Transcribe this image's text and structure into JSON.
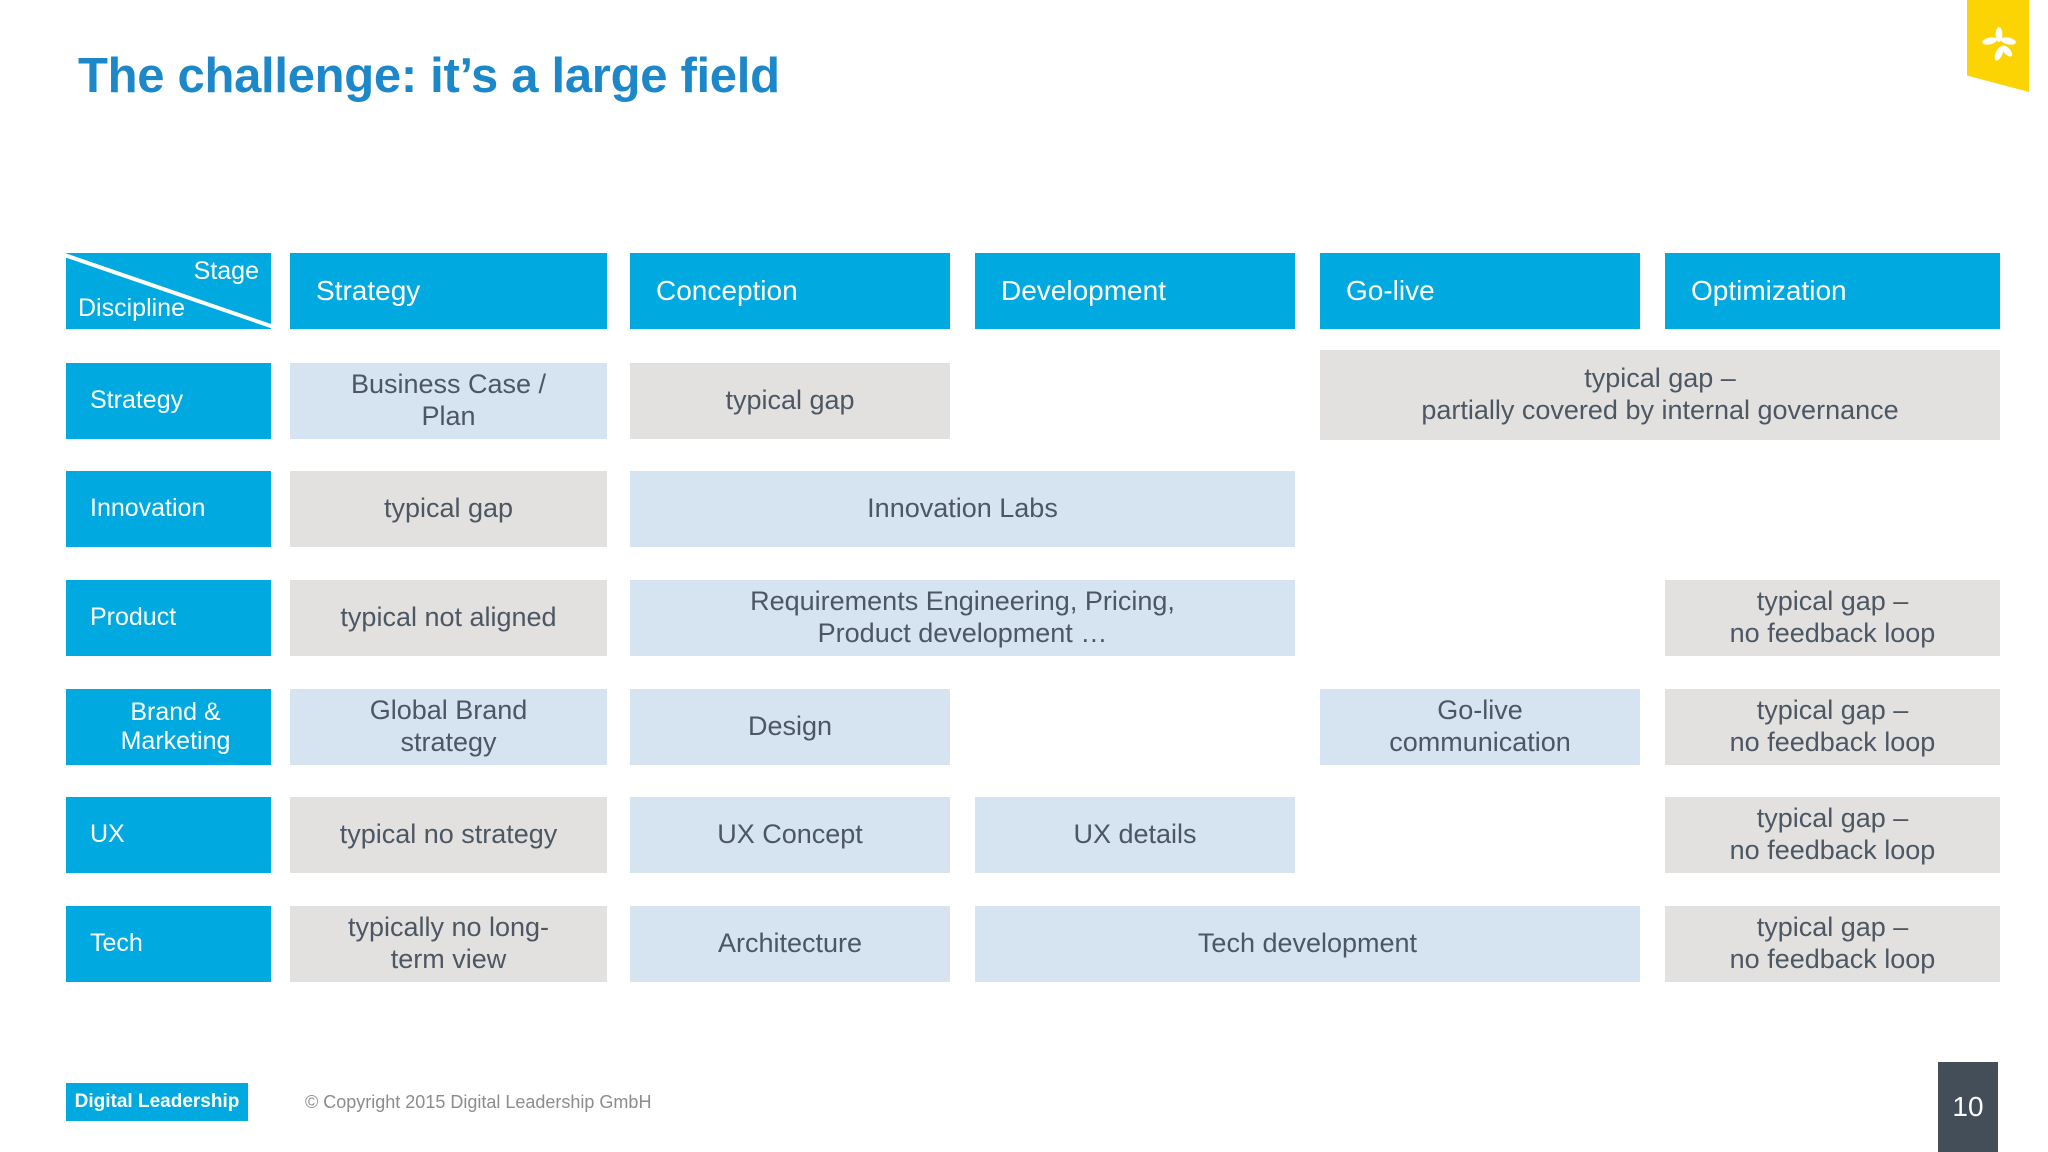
{
  "slide": {
    "title": "The challenge: it’s a large field",
    "page_number": "10"
  },
  "logo": {
    "icon": "asterisk-flower-icon",
    "accent_color": "#FCD303"
  },
  "colors": {
    "header_blue": "#00A9E0",
    "title_blue": "#1C87C9",
    "cell_blue": "#D6E3F0",
    "cell_gray": "#E2E1E0",
    "cell_text": "#4D5763",
    "page_block": "#434E58"
  },
  "matrix": {
    "corner": {
      "stage_label": "Stage",
      "discipline_label": "Discipline"
    },
    "stages": [
      "Strategy",
      "Conception",
      "Development",
      "Go-live",
      "Optimization"
    ],
    "disciplines": [
      "Strategy",
      "Innovation",
      "Product",
      "Brand & Marketing",
      "UX",
      "Tech"
    ],
    "cells": [
      {
        "row": "Strategy",
        "text": "Business Case /\nPlan",
        "tone": "blue"
      },
      {
        "row": "Strategy",
        "text": "typical gap",
        "tone": "gray"
      },
      {
        "row": "Strategy",
        "text": "typical gap –\npartially covered by internal governance",
        "tone": "gray"
      },
      {
        "row": "Innovation",
        "text": "typical gap",
        "tone": "gray"
      },
      {
        "row": "Innovation",
        "text": "Innovation Labs",
        "tone": "blue"
      },
      {
        "row": "Product",
        "text": "typical not aligned",
        "tone": "gray"
      },
      {
        "row": "Product",
        "text": "Requirements Engineering, Pricing,\nProduct development …",
        "tone": "blue"
      },
      {
        "row": "Product",
        "text": "typical gap –\nno feedback loop",
        "tone": "gray"
      },
      {
        "row": "Brand & Marketing",
        "text": "Global Brand\nstrategy",
        "tone": "blue"
      },
      {
        "row": "Brand & Marketing",
        "text": "Design",
        "tone": "blue"
      },
      {
        "row": "Brand & Marketing",
        "text": "Go-live\ncommunication",
        "tone": "blue"
      },
      {
        "row": "Brand & Marketing",
        "text": "typical gap –\nno feedback loop",
        "tone": "gray"
      },
      {
        "row": "UX",
        "text": "typical no strategy",
        "tone": "gray"
      },
      {
        "row": "UX",
        "text": "UX Concept",
        "tone": "blue"
      },
      {
        "row": "UX",
        "text": "UX details",
        "tone": "blue"
      },
      {
        "row": "UX",
        "text": "typical gap –\nno feedback loop",
        "tone": "gray"
      },
      {
        "row": "Tech",
        "text": "typically no long-\nterm view",
        "tone": "gray"
      },
      {
        "row": "Tech",
        "text": "Architecture",
        "tone": "blue"
      },
      {
        "row": "Tech",
        "text": "Tech development",
        "tone": "blue"
      },
      {
        "row": "Tech",
        "text": "typical gap –\nno feedback loop",
        "tone": "gray"
      }
    ]
  },
  "footer": {
    "brand": "Digital Leadership",
    "copyright": "© Copyright 2015 Digital Leadership GmbH"
  }
}
